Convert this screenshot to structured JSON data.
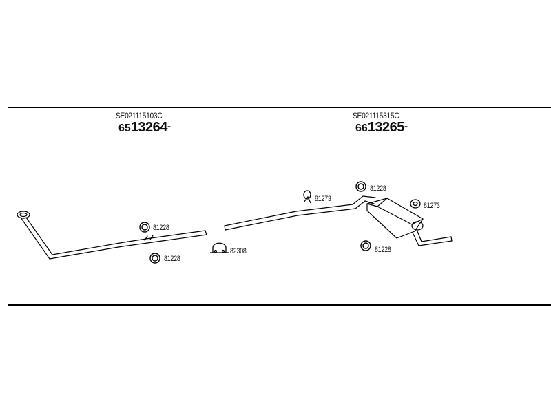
{
  "assemblies": [
    {
      "code": "SE021115103C",
      "prefix": "65",
      "number": "13264",
      "suffix": "1"
    },
    {
      "code": "SE021115315C",
      "prefix": "66",
      "number": "13265",
      "suffix": "1"
    }
  ],
  "parts": [
    {
      "number": "81228",
      "type": "rubber-ring"
    },
    {
      "number": "81228",
      "type": "rubber-ring"
    },
    {
      "number": "82308",
      "type": "clamp"
    },
    {
      "number": "81273",
      "type": "hanger"
    },
    {
      "number": "81228",
      "type": "rubber-ring"
    },
    {
      "number": "81273",
      "type": "rubber-mount"
    },
    {
      "number": "81228",
      "type": "rubber-ring"
    }
  ]
}
